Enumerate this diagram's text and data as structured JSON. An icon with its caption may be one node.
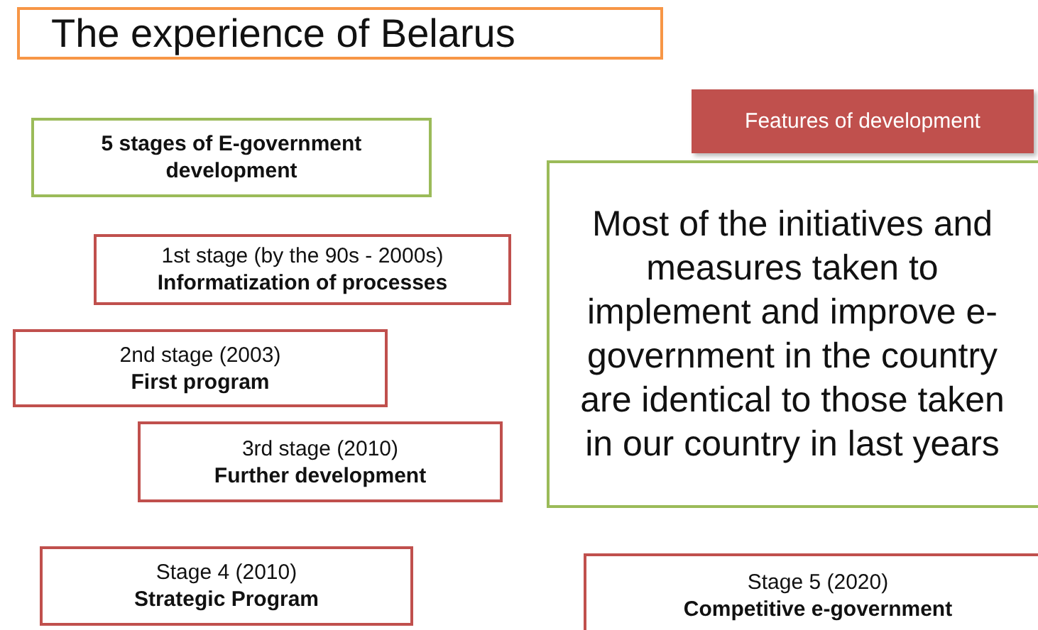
{
  "diagram": {
    "title": "The experience of Belarus",
    "nodes": [
      {
        "text": [
          "5 stages of E-government development"
        ]
      },
      {
        "text": [
          "1st stage (by the 90s - 2000s)",
          "Informatization of processes"
        ]
      },
      {
        "text": [
          "2nd stage (2003)",
          "First program"
        ]
      },
      {
        "text": [
          "3rd stage (2010)",
          "Further development"
        ]
      },
      {
        "text": [
          "Stage 4 (2010)",
          "Strategic Program"
        ]
      },
      {
        "text": [
          "Stage 5 (2020)",
          "Competitive e-government"
        ]
      },
      {
        "text": [
          "Features of development"
        ]
      },
      {
        "text": [
          "Most of the initiatives and measures taken to implement and improve e-government in the country are identical to those taken in our country in last years"
        ]
      }
    ]
  }
}
